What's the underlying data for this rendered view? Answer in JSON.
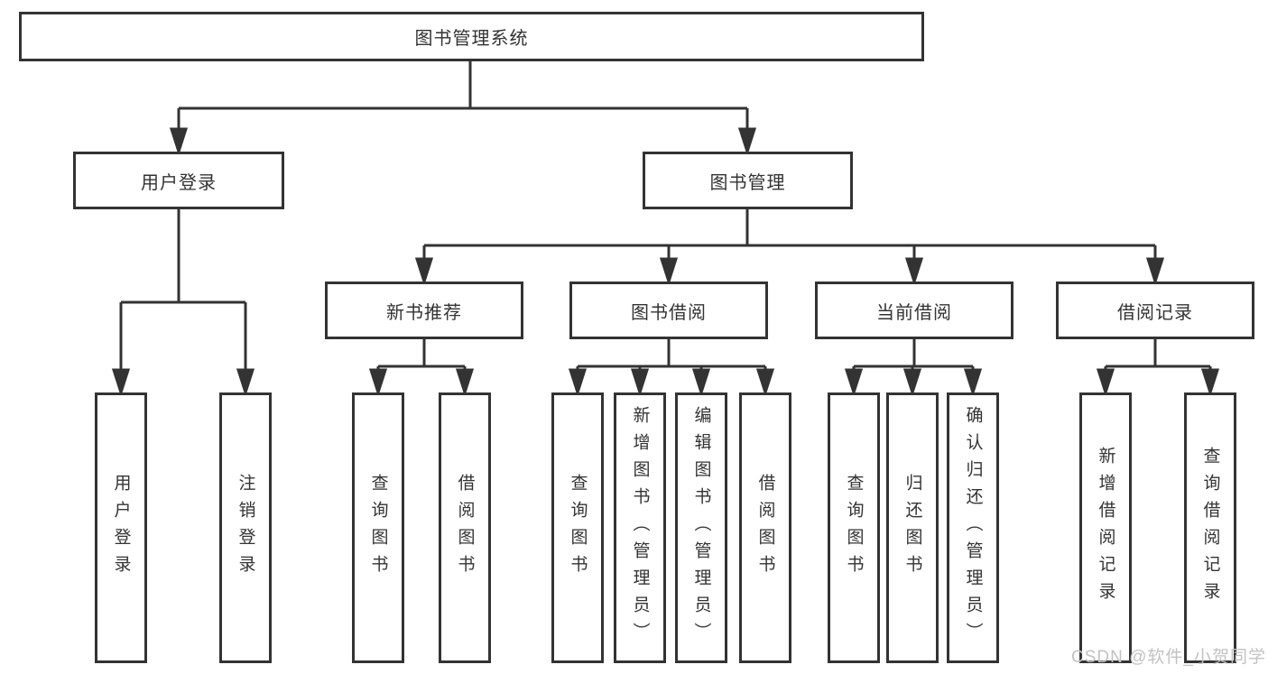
{
  "tree": {
    "label": "图书管理系统",
    "children": [
      {
        "label": "用户登录",
        "children": [
          {
            "label": "用户登录"
          },
          {
            "label": "注销登录"
          }
        ]
      },
      {
        "label": "图书管理",
        "children": [
          {
            "label": "新书推荐",
            "children": [
              {
                "label": "查询图书"
              },
              {
                "label": "借阅图书"
              }
            ]
          },
          {
            "label": "图书借阅",
            "children": [
              {
                "label": "查询图书"
              },
              {
                "label": "新增图书（管理员）"
              },
              {
                "label": "编辑图书（管理员）"
              },
              {
                "label": "借阅图书"
              }
            ]
          },
          {
            "label": "当前借阅",
            "children": [
              {
                "label": "查询图书"
              },
              {
                "label": "归还图书"
              },
              {
                "label": "确认归还（管理员）"
              }
            ]
          },
          {
            "label": "借阅记录",
            "children": [
              {
                "label": "新增借阅记录"
              },
              {
                "label": "查询借阅记录"
              }
            ]
          }
        ]
      }
    ]
  },
  "watermark": {
    "text": "CSDN @软件_小贺同学",
    "color": "#c2c2c2"
  },
  "colors": {
    "line": "#333333",
    "box_border": "#333333",
    "text": "#333333",
    "background": "#ffffff"
  }
}
